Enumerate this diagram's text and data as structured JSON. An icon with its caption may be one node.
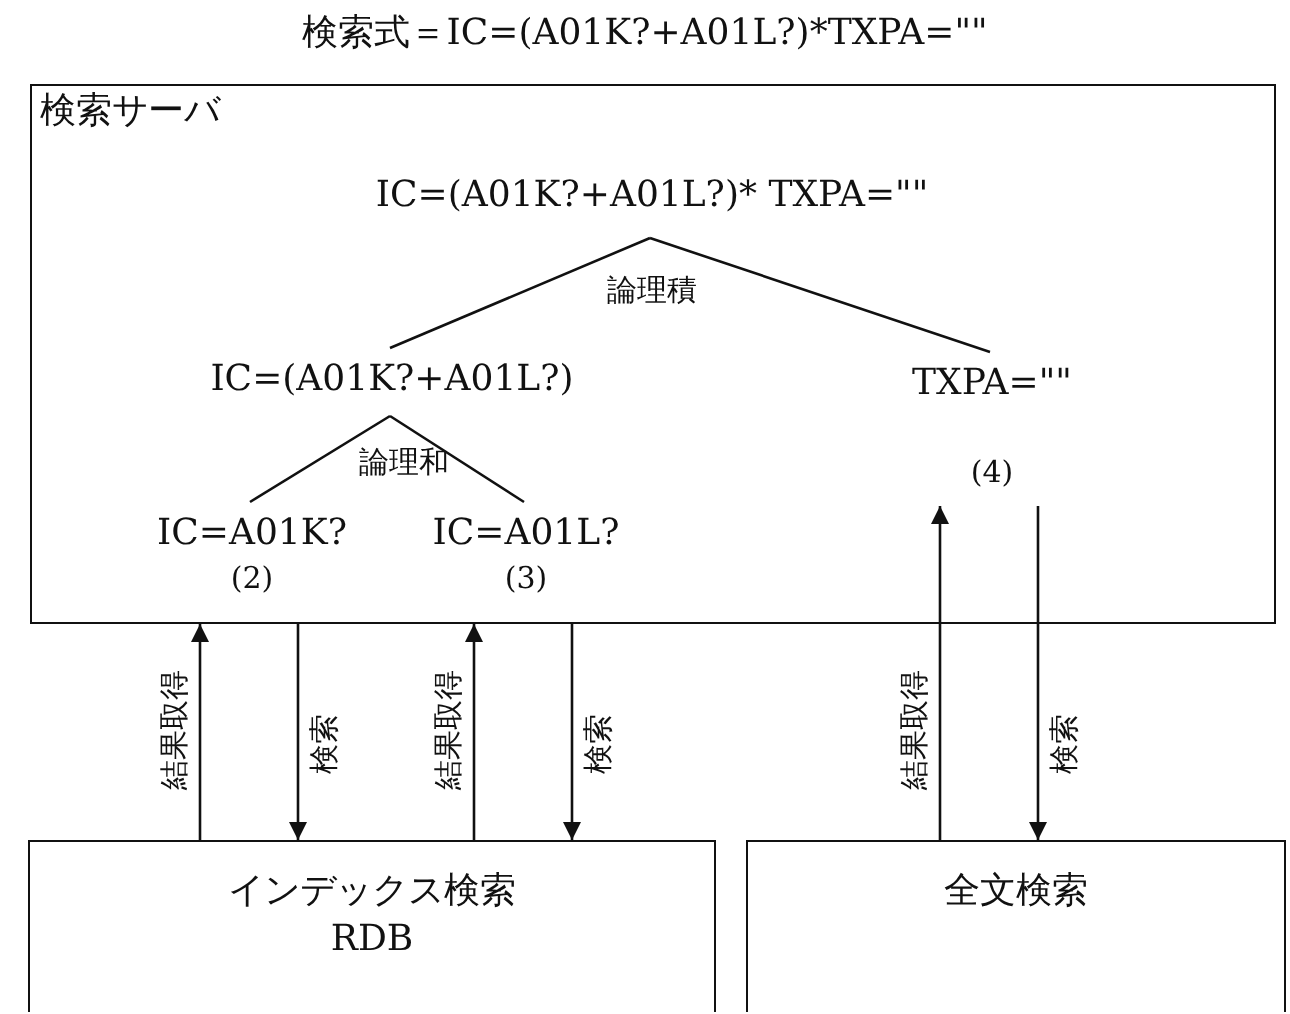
{
  "diagram": {
    "title": "検索式＝IC=(A01K?+A01L?)*TXPA=\"\"",
    "nodes": [
      {
        "text": [
          "検索サーバ"
        ]
      },
      {
        "text": [
          "IC=(A01K?+A01L?)* TXPA=\"\""
        ],
        "in": 0
      },
      {
        "text": [
          "IC=(A01K?+A01L?)"
        ],
        "in": 0
      },
      {
        "text": [
          "TXPA=\"\""
        ],
        "in": 0,
        "beside": [
          "(4)"
        ]
      },
      {
        "text": [
          "IC=A01K?"
        ],
        "in": 0,
        "beside": [
          "(2)"
        ]
      },
      {
        "text": [
          "IC=A01L?"
        ],
        "in": 0,
        "beside": [
          "(3)"
        ]
      },
      {
        "text": [
          "インデックス検索",
          "RDB"
        ]
      },
      {
        "text": [
          "全文検索"
        ]
      }
    ],
    "edges": [
      {
        "from": 1,
        "to": 2,
        "arrow": "none"
      },
      {
        "from": 1,
        "to": 3,
        "arrow": "none"
      },
      {
        "from": 2,
        "to": 4,
        "arrow": "none"
      },
      {
        "from": 2,
        "to": 5,
        "arrow": "none"
      },
      {
        "from": 6,
        "to": 4,
        "arrow": "to",
        "label": "結果取得"
      },
      {
        "from": 4,
        "to": 6,
        "arrow": "to",
        "label": "検索"
      },
      {
        "from": 6,
        "to": 5,
        "arrow": "to",
        "label": "結果取得"
      },
      {
        "from": 5,
        "to": 6,
        "arrow": "to",
        "label": "検索"
      },
      {
        "from": 7,
        "to": 3,
        "arrow": "to",
        "label": "結果取得"
      },
      {
        "from": 3,
        "to": 7,
        "arrow": "to",
        "label": "検索"
      }
    ],
    "labels": [
      "論理積",
      "論理和"
    ]
  }
}
